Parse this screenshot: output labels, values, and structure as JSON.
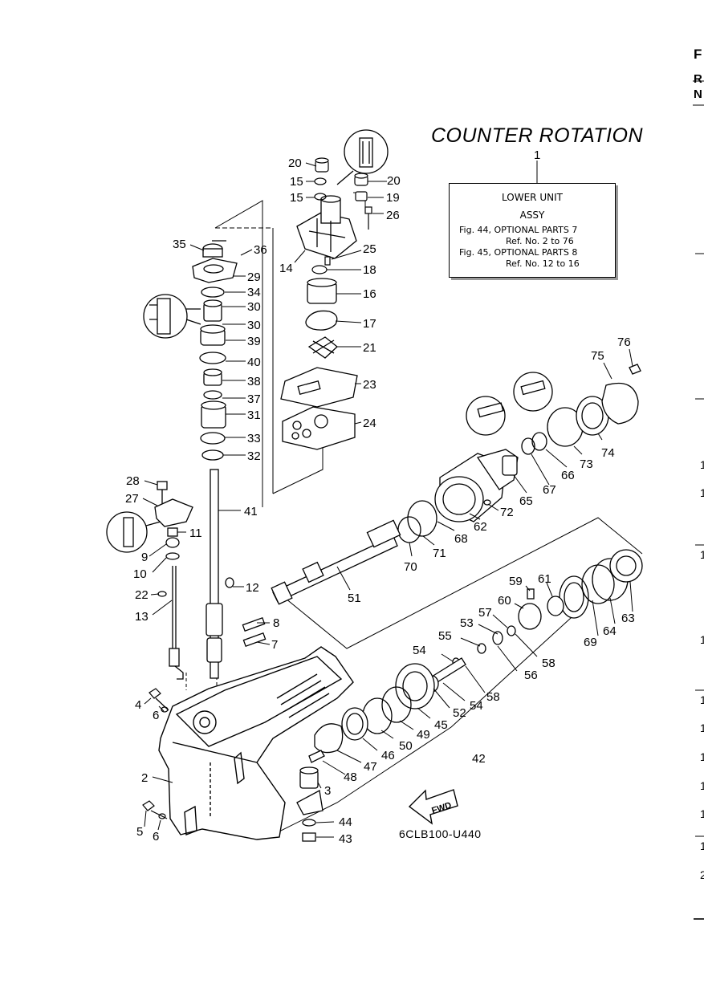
{
  "title": "COUNTER ROTATION",
  "assy_box": {
    "ref": "1",
    "line1": "LOWER UNIT",
    "line2": "ASSY",
    "line3": "Fig. 44, OPTIONAL PARTS 7",
    "line4": "Ref. No. 2 to 76",
    "line5": "Fig. 45, OPTIONAL PARTS 8",
    "line6": "Ref. No. 12 to 16"
  },
  "fwd_label": "FWD",
  "part_code": "6CLB100-U440",
  "edge_text": {
    "top1": "F",
    "top2": "R",
    "top3": "N",
    "m1": "1",
    "m2": "1",
    "m3": "1",
    "m4": "1",
    "m5": "1",
    "m6": "1",
    "m7": "1",
    "m8": "1",
    "m9": "1",
    "m10": "1",
    "m11": "2"
  },
  "callouts": [
    {
      "n": "20"
    },
    {
      "n": "15"
    },
    {
      "n": "15"
    },
    {
      "n": "20"
    },
    {
      "n": "19"
    },
    {
      "n": "26"
    },
    {
      "n": "25"
    },
    {
      "n": "14"
    },
    {
      "n": "18"
    },
    {
      "n": "16"
    },
    {
      "n": "17"
    },
    {
      "n": "21"
    },
    {
      "n": "23"
    },
    {
      "n": "24"
    },
    {
      "n": "35"
    },
    {
      "n": "36"
    },
    {
      "n": "29"
    },
    {
      "n": "34"
    },
    {
      "n": "30"
    },
    {
      "n": "30"
    },
    {
      "n": "39"
    },
    {
      "n": "40"
    },
    {
      "n": "38"
    },
    {
      "n": "37"
    },
    {
      "n": "31"
    },
    {
      "n": "33"
    },
    {
      "n": "32"
    },
    {
      "n": "41"
    },
    {
      "n": "28"
    },
    {
      "n": "27"
    },
    {
      "n": "11"
    },
    {
      "n": "9"
    },
    {
      "n": "10"
    },
    {
      "n": "22"
    },
    {
      "n": "13"
    },
    {
      "n": "12"
    },
    {
      "n": "8"
    },
    {
      "n": "7"
    },
    {
      "n": "4"
    },
    {
      "n": "6"
    },
    {
      "n": "2"
    },
    {
      "n": "5"
    },
    {
      "n": "6"
    },
    {
      "n": "76"
    },
    {
      "n": "75"
    },
    {
      "n": "74"
    },
    {
      "n": "73"
    },
    {
      "n": "66"
    },
    {
      "n": "67"
    },
    {
      "n": "65"
    },
    {
      "n": "72"
    },
    {
      "n": "62"
    },
    {
      "n": "68"
    },
    {
      "n": "71"
    },
    {
      "n": "70"
    },
    {
      "n": "51"
    },
    {
      "n": "59"
    },
    {
      "n": "61"
    },
    {
      "n": "60"
    },
    {
      "n": "57"
    },
    {
      "n": "53"
    },
    {
      "n": "55"
    },
    {
      "n": "58"
    },
    {
      "n": "56"
    },
    {
      "n": "54"
    },
    {
      "n": "58"
    },
    {
      "n": "54"
    },
    {
      "n": "52"
    },
    {
      "n": "45"
    },
    {
      "n": "49"
    },
    {
      "n": "50"
    },
    {
      "n": "46"
    },
    {
      "n": "47"
    },
    {
      "n": "48"
    },
    {
      "n": "3"
    },
    {
      "n": "44"
    },
    {
      "n": "43"
    },
    {
      "n": "42"
    },
    {
      "n": "69"
    },
    {
      "n": "64"
    },
    {
      "n": "63"
    }
  ]
}
